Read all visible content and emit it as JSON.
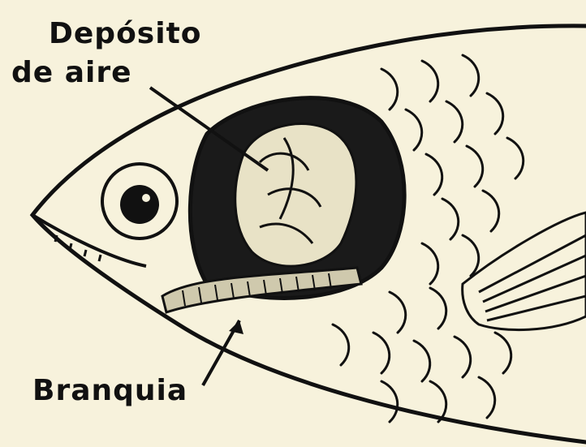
{
  "labels": {
    "air_reservoir_line1": "Depósito",
    "air_reservoir_line2": "de aire",
    "gill": "Branquia"
  },
  "colors": {
    "background": "#f7f2dc",
    "ink": "#111111"
  }
}
